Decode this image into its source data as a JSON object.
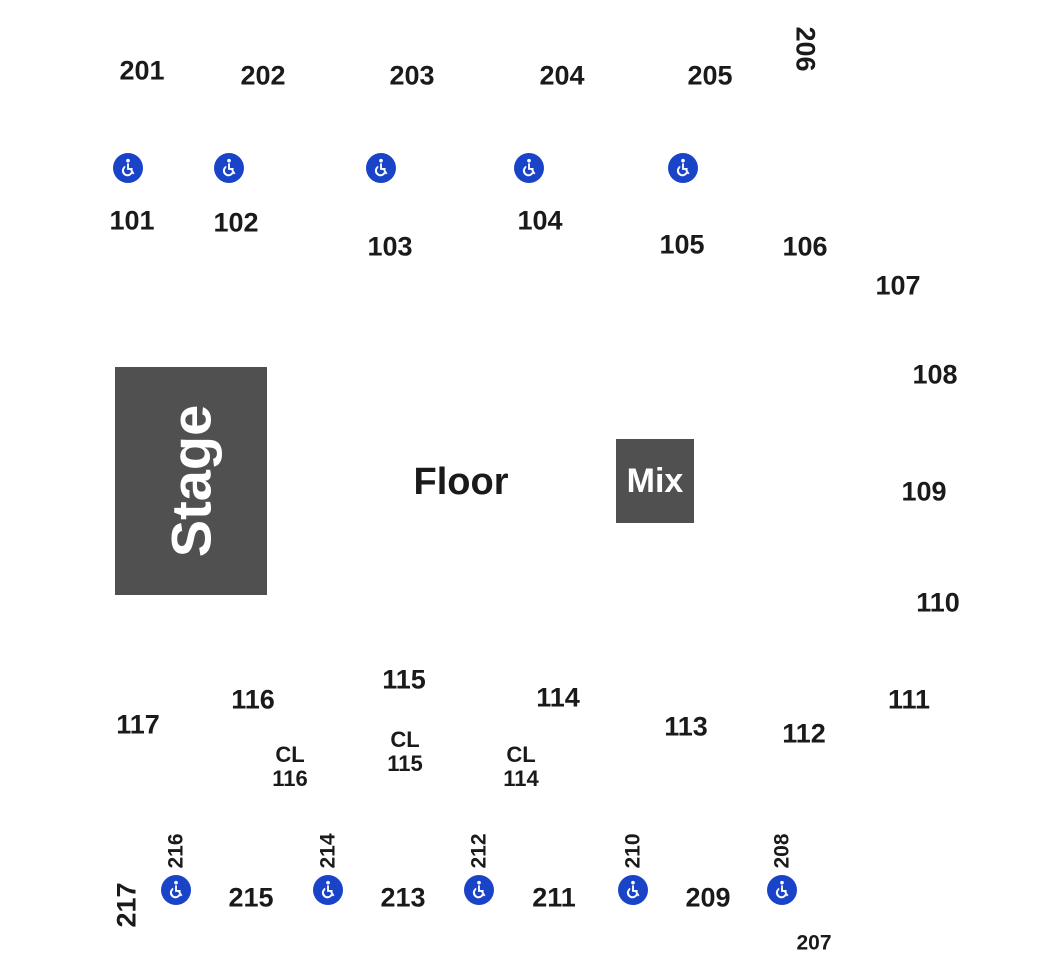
{
  "stage_label": "Stage",
  "floor_label": "Floor",
  "mix_label": "Mix",
  "colors": {
    "block": "#505050",
    "accessible": "#1a44c8",
    "text": "#1a1a1a"
  },
  "icon": "wheelchair-accessible-icon",
  "sections": {
    "s201": "201",
    "s202": "202",
    "s203": "203",
    "s204": "204",
    "s205": "205",
    "s206": "206",
    "s101": "101",
    "s102": "102",
    "s103": "103",
    "s104": "104",
    "s105": "105",
    "s106": "106",
    "s107": "107",
    "s108": "108",
    "s109": "109",
    "s110": "110",
    "s111": "111",
    "s112": "112",
    "s113": "113",
    "s114": "114",
    "s115": "115",
    "s116": "116",
    "s117": "117",
    "s207": "207",
    "s209": "209",
    "s211": "211",
    "s213": "213",
    "s215": "215",
    "s217": "217",
    "s208": "208",
    "s210": "210",
    "s212": "212",
    "s214": "214",
    "s216": "216"
  },
  "club": {
    "cl116": {
      "top": "CL",
      "bottom": "116"
    },
    "cl115": {
      "top": "CL",
      "bottom": "115"
    },
    "cl114": {
      "top": "CL",
      "bottom": "114"
    }
  }
}
